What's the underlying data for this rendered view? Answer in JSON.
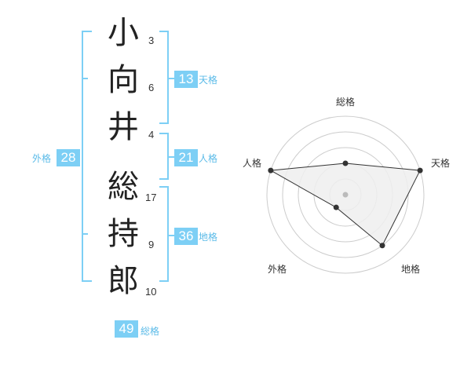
{
  "name": {
    "chars": [
      {
        "char": "小",
        "strokes": "3"
      },
      {
        "char": "向",
        "strokes": "6"
      },
      {
        "char": "井",
        "strokes": "4"
      },
      {
        "char": "総",
        "strokes": "17"
      },
      {
        "char": "持",
        "strokes": "9"
      },
      {
        "char": "郎",
        "strokes": "10"
      }
    ]
  },
  "fortunes": {
    "tenkaku": {
      "value": "13",
      "label": "天格"
    },
    "jinkaku": {
      "value": "21",
      "label": "人格"
    },
    "chikaku": {
      "value": "36",
      "label": "地格"
    },
    "gaikaku": {
      "value": "28",
      "label": "外格"
    },
    "soukaku": {
      "value": "49",
      "label": "総格"
    }
  },
  "radar": {
    "axes": [
      "総格",
      "天格",
      "地格",
      "外格",
      "人格"
    ],
    "values": [
      2,
      5,
      4,
      1,
      5
    ],
    "max": 5,
    "colors": {
      "fill": "#efefef",
      "stroke": "#333333",
      "rings": "#cccccc",
      "center": "#bbbbbb"
    }
  },
  "colors": {
    "accent": "#7dcff5",
    "bracket": "#7dcff5",
    "accent_text": "#5bbbe8"
  }
}
